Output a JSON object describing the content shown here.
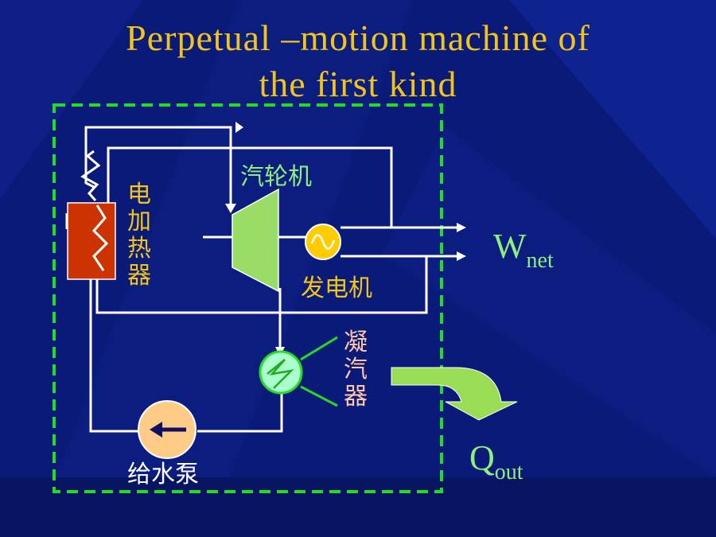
{
  "slide": {
    "title_line1": "Perpetual –motion machine of",
    "title_line2": "the first kind"
  },
  "labels": {
    "turbine": "汽轮机",
    "heater_chars": [
      "电",
      "加",
      "热",
      "器"
    ],
    "generator": "发电机",
    "condenser_chars": [
      "凝",
      "汽",
      "器"
    ],
    "pump": "给水泵",
    "w_main": "W",
    "w_sub": "net",
    "q_main": "Q",
    "q_sub": "out"
  },
  "colors": {
    "background": "#0a1a78",
    "title": "#f2c41a",
    "boundary": "#22dd22",
    "pipe": "#ffffff",
    "heater": "#cc3300",
    "turbine": "#99dd66",
    "generator": "#ffcc00",
    "pump": "#ffcc88",
    "condenser": "#aaffcc",
    "label_green": "#8ef07a",
    "label_yellow": "#f2c41a",
    "label_pink": "#ffc8a8",
    "label_white": "#ffffff",
    "output_arrow": "#99dd55"
  }
}
